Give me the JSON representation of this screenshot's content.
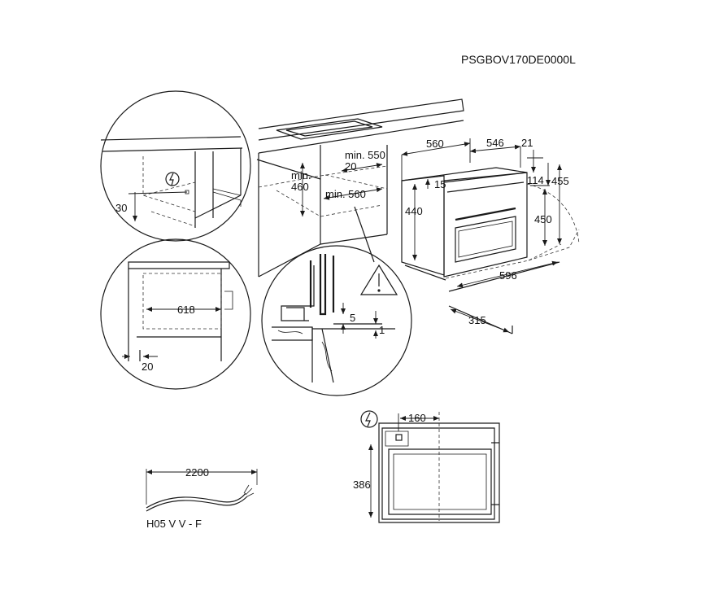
{
  "product_code": "PSGBOV170DE0000L",
  "dimensions": {
    "d560": "560",
    "d546": "546",
    "d21": "21",
    "d15": "15",
    "d114": "114",
    "d455": "455",
    "d440": "440",
    "d450": "450",
    "d596": "596",
    "d315": "315",
    "min550": "min. 550",
    "d20_top": "20",
    "min_label": "min.",
    "min460": "460",
    "min560": "min. 560",
    "d30": "30",
    "d618": "618",
    "d20_bottom": "20",
    "d5": "5",
    "d1": "1",
    "d160": "160",
    "d386": "386",
    "cable_length": "2200"
  },
  "cable_type": "H05 V V - F",
  "icons": {
    "electric": "electric-connection-icon",
    "warning": "warning-triangle-icon"
  }
}
